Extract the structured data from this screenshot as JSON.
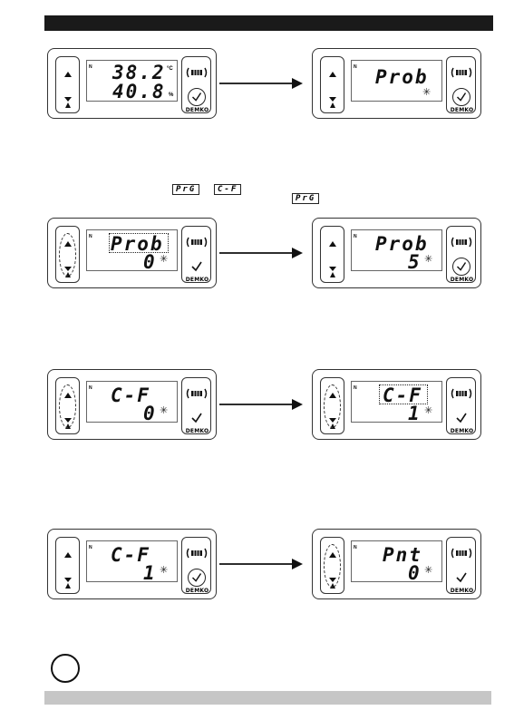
{
  "brand": "DEMKO",
  "panels": [
    {
      "id": "p1",
      "top": "38.2",
      "bottom": "40.8",
      "unit_top": "°C",
      "unit_bottom": "%",
      "check_circle": true
    },
    {
      "id": "p2",
      "top": "Prob",
      "bottom": "",
      "check_circle": true
    },
    {
      "id": "p3",
      "top": "Prob",
      "bottom": "0",
      "check_circle": false
    },
    {
      "id": "p4",
      "top": "Prob",
      "bottom": "5",
      "check_circle": true
    },
    {
      "id": "p5",
      "top": "C-F",
      "bottom": "0",
      "check_circle": false
    },
    {
      "id": "p6",
      "top": "C-F",
      "bottom": "1",
      "check_circle": false
    },
    {
      "id": "p7",
      "top": "C-F",
      "bottom": "1",
      "check_circle": true
    },
    {
      "id": "p8",
      "top": "Pnt",
      "bottom": "0",
      "check_circle": false
    }
  ],
  "inline_codes": {
    "a": "PrG",
    "b": "C-F",
    "c": "PrG"
  },
  "icons": {
    "up": "arrow-up-icon",
    "down": "arrow-down-icon",
    "fan": "fan-icon",
    "check": "check-icon",
    "flash": "flash-icon",
    "info": "info-circle-icon"
  }
}
